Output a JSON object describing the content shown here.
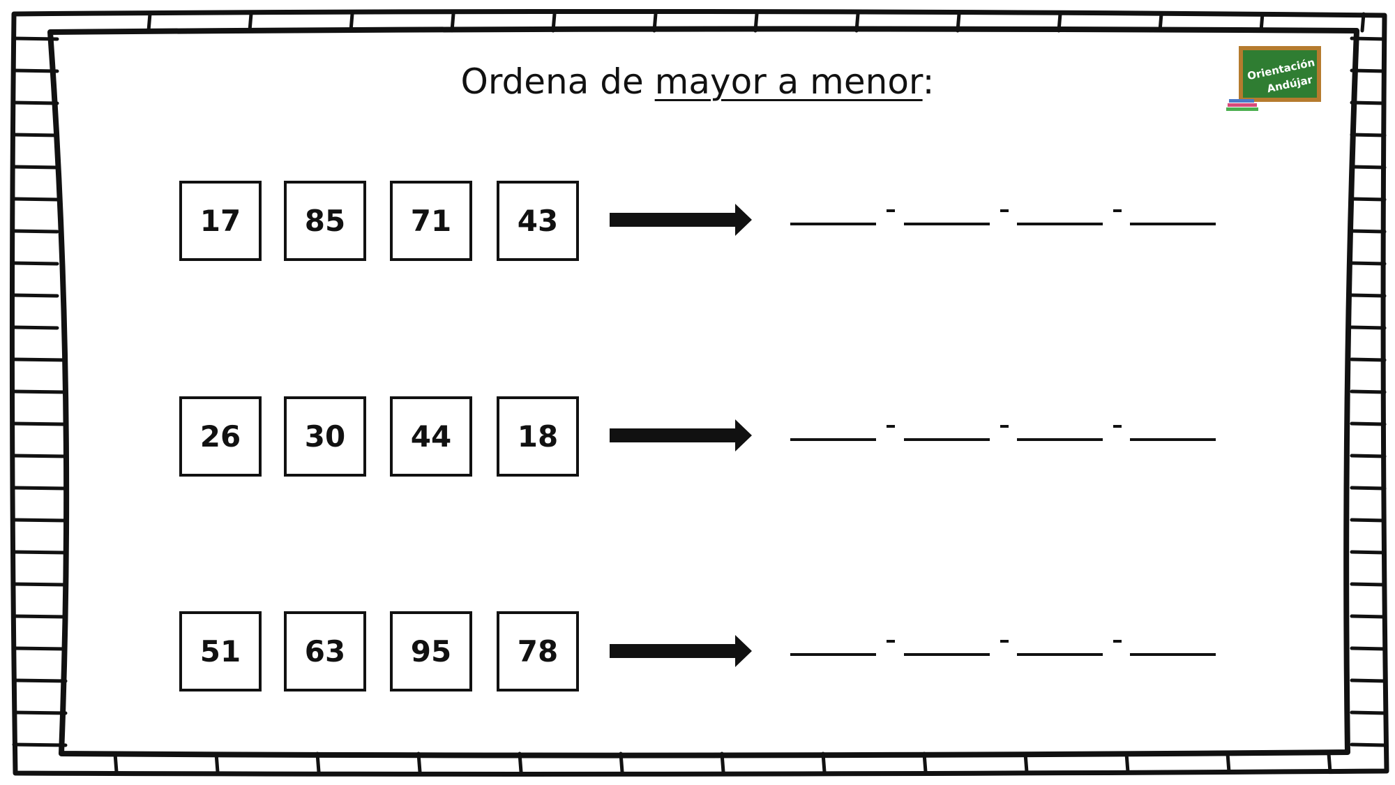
{
  "title": {
    "prefix": "Ordena de ",
    "underlined": "mayor a menor",
    "suffix": ":"
  },
  "logo": {
    "line1": "Orientación",
    "line2": "Andújar",
    "board_color": "#2f7d32",
    "frame_color": "#b57b2e"
  },
  "rows": [
    {
      "numbers": [
        "17",
        "85",
        "71",
        "43"
      ],
      "answer_blanks": 4
    },
    {
      "numbers": [
        "26",
        "30",
        "44",
        "18"
      ],
      "answer_blanks": 4
    },
    {
      "numbers": [
        "51",
        "63",
        "95",
        "78"
      ],
      "answer_blanks": 4
    }
  ],
  "colors": {
    "ink": "#111111",
    "background": "#ffffff"
  }
}
